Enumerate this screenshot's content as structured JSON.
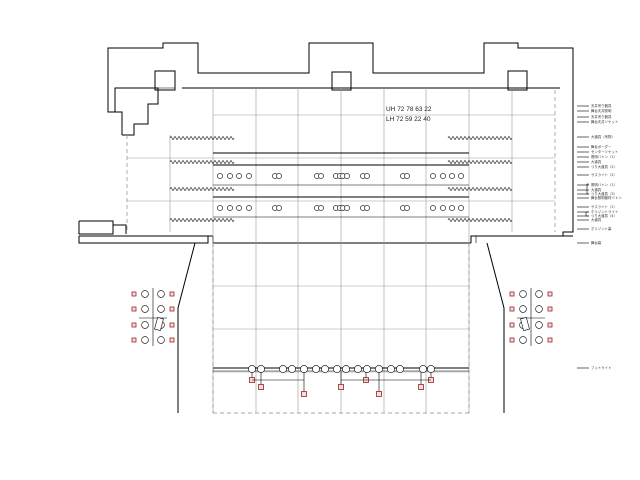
{
  "codes": {
    "line1": "UH 72 78 63 22",
    "line2": "LH 72 59 22 40"
  },
  "legend": [
    {
      "label": "天井吊り器具"
    },
    {
      "label": "舞台天井照明"
    },
    {
      "label": "天井吊り器具"
    },
    {
      "label": "舞台天井ソケット"
    },
    {
      "label": "大道具（吊物）"
    },
    {
      "label": "舞台ボーダー"
    },
    {
      "label": "センターソケット"
    },
    {
      "label": "照明バトン（1）"
    },
    {
      "label": "大道具"
    },
    {
      "label": "つり大道具（2）"
    },
    {
      "label": "サスライト（2）"
    },
    {
      "label": "照明バトン（1）"
    },
    {
      "label": "大道具"
    },
    {
      "label": "つり大道具（3）"
    },
    {
      "label": "舞台照明機材バトン"
    },
    {
      "label": "サスライト（1）"
    },
    {
      "label": "ホリゾントライト"
    },
    {
      "label": "つり大道具（4）"
    },
    {
      "label": "大道具"
    },
    {
      "label": "ホリゾント幕"
    },
    {
      "label": "舞台幕"
    },
    {
      "label": "フットライト"
    }
  ],
  "icons": {
    "lamp": "spotlight-circle-icon",
    "stand": "floor-stand-icon"
  },
  "colors": {
    "line": "#000000",
    "grid": "#9a9a9a",
    "stand_stroke": "#a02020",
    "stand_fill": "#f2dede"
  }
}
